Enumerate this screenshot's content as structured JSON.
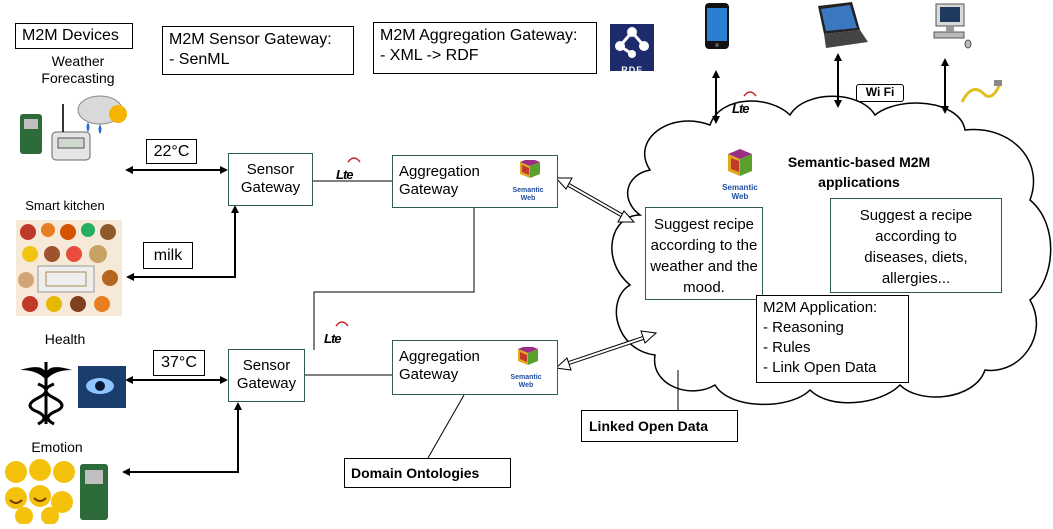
{
  "legend": {
    "devices": "M2M Devices",
    "sensor_gateway_title": "M2M Sensor Gateway:",
    "sensor_gateway_item": "- SenML",
    "aggregation_gateway_title": "M2M Aggregation Gateway:",
    "aggregation_gateway_item": "- XML -> RDF",
    "rdf_logo": "RDF"
  },
  "devices": {
    "weather": "Weather\nForecasting",
    "kitchen": "Smart kitchen",
    "health": "Health",
    "emotion": "Emotion"
  },
  "readings": {
    "temp_top": "22°C",
    "milk": "milk",
    "temp_bottom": "37°C"
  },
  "gateways": {
    "sensor_top": "Sensor\nGateway",
    "sensor_bottom": "Sensor\nGateway",
    "aggregation_top": "Aggregation\nGateway",
    "aggregation_bottom": "Aggregation\nGateway",
    "semantic_web_label": "Semantic\nWeb"
  },
  "network": {
    "lte": "Lte",
    "wifi": "Wi Fi"
  },
  "cloud": {
    "title": "Semantic-based M2M\napplications",
    "suggest_weather": "Suggest recipe\naccording to the\nweather and the\nmood.",
    "suggest_disease": "Suggest a recipe\naccording to\ndiseases, diets,\nallergies...",
    "m2m_app_title": "M2M Application:",
    "m2m_app_items": [
      "- Reasoning",
      "- Rules",
      "- Link Open Data"
    ]
  },
  "external": {
    "linked_open_data": "Linked Open Data",
    "domain_ontologies": "Domain Ontologies"
  },
  "icons": {
    "phone": "smartphone-icon",
    "laptop": "laptop-icon",
    "desktop": "desktop-computer-icon",
    "cable": "sensor-cable-icon",
    "weather": "weather-cloud-icon",
    "chef": "chef-icon"
  },
  "colors": {
    "gateway_border": "#2e5e53",
    "semantic_web_text": "#1f4fa0",
    "lte_red": "#cc2222"
  }
}
